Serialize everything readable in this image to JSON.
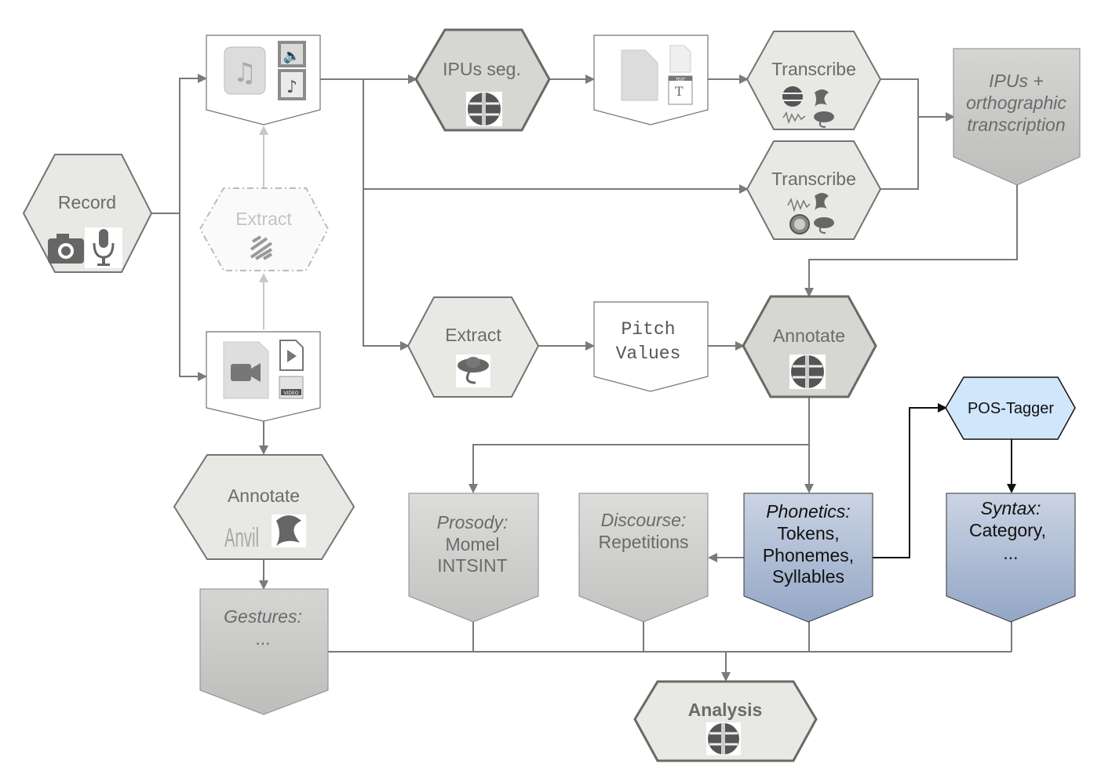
{
  "nodes": {
    "record": "Record",
    "extract_video": "Extract",
    "ipus_seg": "IPUs seg.",
    "transcribe_1": "Transcribe",
    "transcribe_2": "Transcribe",
    "ipus_output": [
      "IPUs +",
      "orthographic",
      "transcription"
    ],
    "extract_pitch": "Extract",
    "pitch_values": [
      "Pitch",
      "Values"
    ],
    "annotate_main": "Annotate",
    "annotate_gestures": "Annotate",
    "anvil_logo": "Anvil",
    "pos_tagger": "POS-Tagger",
    "prosody": {
      "title": "Prosody:",
      "lines": [
        "Momel",
        "INTSINT"
      ]
    },
    "discourse": {
      "title": "Discourse:",
      "lines": [
        "Repetitions"
      ]
    },
    "phonetics": {
      "title": "Phonetics:",
      "lines": [
        "Tokens,",
        "Phonemes,",
        "Syllables"
      ]
    },
    "syntax": {
      "title": "Syntax:",
      "lines": [
        "Category,",
        "..."
      ]
    },
    "gestures": {
      "title": "Gestures:",
      "lines": [
        "..."
      ]
    },
    "analysis": "Analysis",
    "file_icon_label": "TEXT",
    "video_icon_label": "VIDEO"
  },
  "icons": [
    "camera-icon",
    "microphone-icon",
    "music-note-icon",
    "speaker-icon",
    "video-camera-icon",
    "play-file-icon",
    "text-file-icon",
    "ffmpeg-icon",
    "sppas-logo-icon",
    "praat-icon",
    "elan-icon",
    "wavesurfer-icon"
  ],
  "colors": {
    "process_fill": "#e8e8e4",
    "process_stroke": "#747474",
    "data_fill": "#d2d2d0",
    "phonetics_fill_top": "#c9d3e3",
    "phonetics_fill_bottom": "#97a9c8",
    "pos_fill": "#cfe6fb",
    "arrow_gray": "#7a7a7a",
    "arrow_black": "#111111"
  }
}
